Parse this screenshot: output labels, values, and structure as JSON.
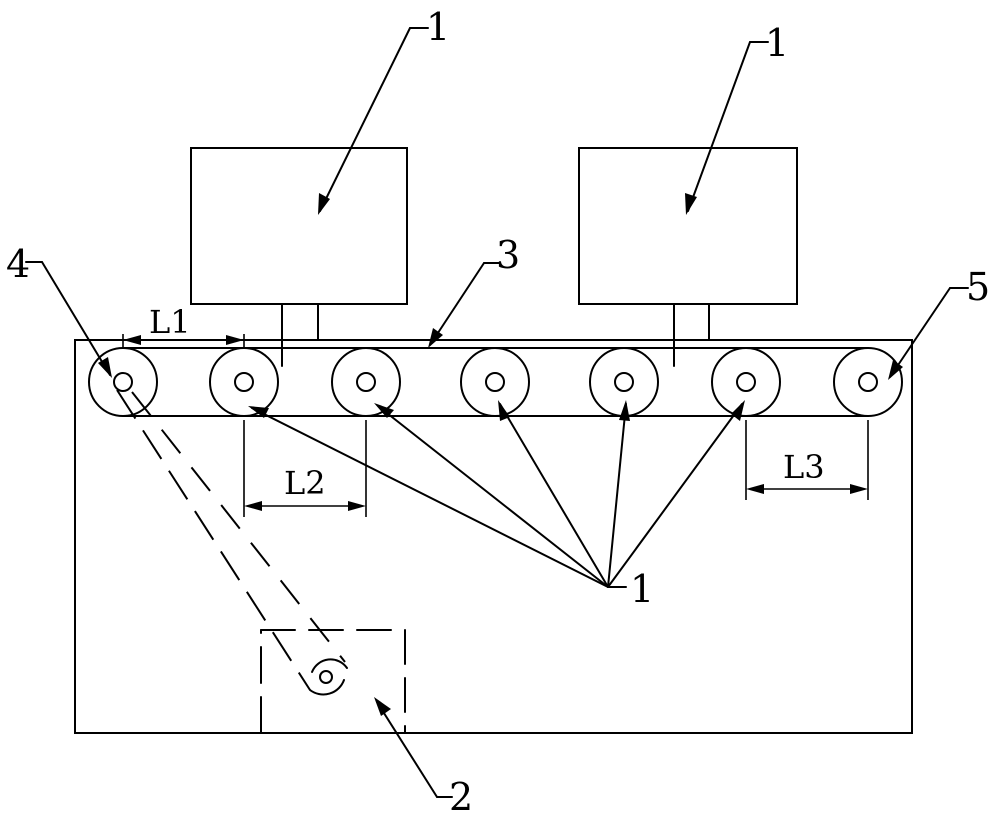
{
  "colors": {
    "stroke": "#000000",
    "background": "#ffffff"
  },
  "labels": {
    "part1_left_box": "1",
    "part1_right_box": "1",
    "part1_rollers": "1",
    "part2": "2",
    "part3": "3",
    "part4": "4",
    "part5": "5"
  },
  "dimensions": {
    "l1": "L1",
    "l2": "L2",
    "l3": "L3"
  }
}
